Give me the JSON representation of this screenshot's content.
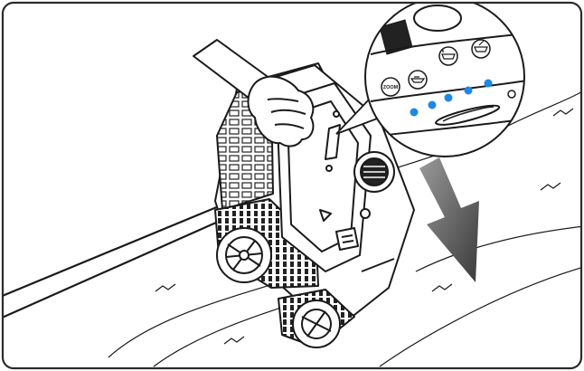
{
  "illustration": {
    "subject": "pool-cleaner-robot",
    "action": "hand-lowering-robot-into-water",
    "colors": {
      "line": "#1a1a1a",
      "frame": "#2b2b2b",
      "led_blue": "#1e88e5",
      "arrow_dark": "#3a3a3a",
      "arrow_light": "#9a9a9a",
      "background": "#ffffff"
    }
  },
  "control_panel": {
    "mode_button_label": "ZOOM",
    "mode_icons": [
      "floor-mode-icon",
      "wall-mode-icon",
      "waterline-mode-icon"
    ],
    "indicator_count": 5,
    "indicator_state": "lit"
  },
  "arrow": {
    "direction": "down-right"
  }
}
